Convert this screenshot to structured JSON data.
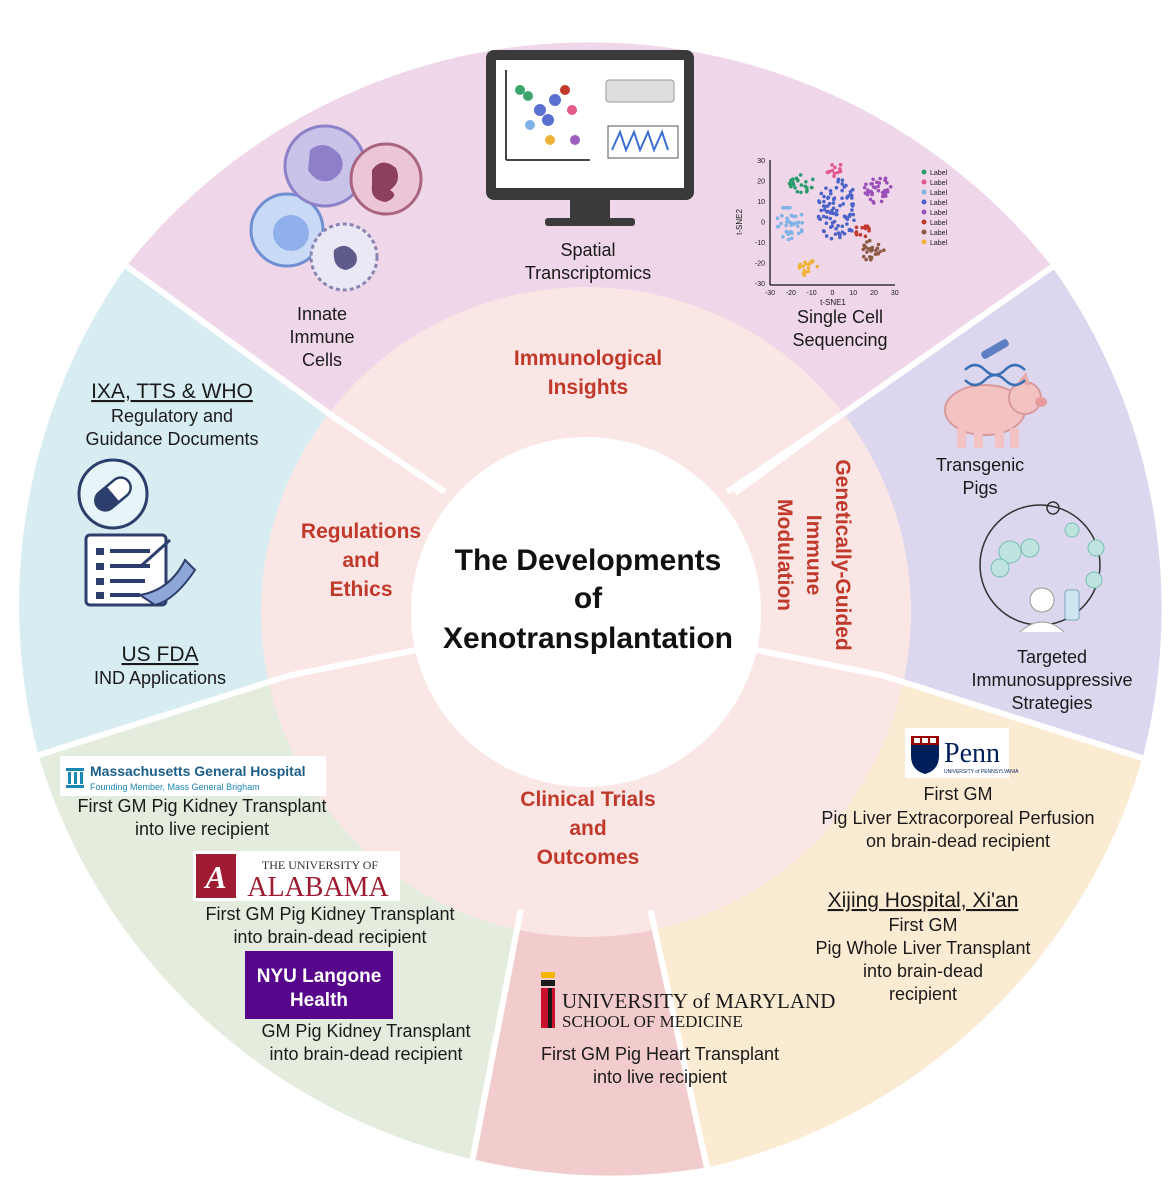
{
  "colors": {
    "immunological": "#efd6e8",
    "genetic": "#dcd7ee",
    "clinical_right": "#fcebd3",
    "clinical_center": "#f2cccc",
    "clinical_left": "#e4ecdd",
    "regulations": "#d8edf2",
    "inner_ring": "#fbe6e6",
    "category_text": "#c0392b",
    "divider": "#ffffff"
  },
  "center": {
    "line1": "The Developments",
    "line2": "of",
    "line3": "Xenotransplantation"
  },
  "categories": {
    "immunological": {
      "line1": "Immunological",
      "line2": "Insights"
    },
    "genetic": {
      "line1": "Genetically-Guided",
      "line2": "Immune",
      "line3": "Modulation"
    },
    "clinical": {
      "line1": "Clinical Trials",
      "line2": "and",
      "line3": "Outcomes"
    },
    "regulations": {
      "line1": "Regulations",
      "line2": "and",
      "line3": "Ethics"
    }
  },
  "immunological": {
    "innate": {
      "line1": "Innate",
      "line2": "Immune",
      "line3": "Cells"
    },
    "spatial": {
      "line1": "Spatial",
      "line2": "Transcriptomics"
    },
    "single_cell": {
      "line1": "Single Cell",
      "line2": "Sequencing",
      "axis_x": "t-SNE1",
      "axis_y": "t-SNE2",
      "legend_label": "Label",
      "x_ticks": [
        "-30",
        "-20",
        "-10",
        "0",
        "10",
        "20",
        "30"
      ],
      "y_ticks": [
        "30",
        "20",
        "10",
        "0",
        "-10",
        "-20",
        "-30"
      ]
    }
  },
  "genetic": {
    "transgenic": {
      "line1": "Transgenic",
      "line2": "Pigs"
    },
    "targeted": {
      "line1": "Targeted",
      "line2": "Immunosuppressive",
      "line3": "Strategies"
    }
  },
  "regulations": {
    "ixa": {
      "heading": "IXA, TTS & WHO",
      "line1": "Regulatory and",
      "line2": "Guidance Documents"
    },
    "fda": {
      "heading": "US FDA",
      "line1": "IND Applications"
    }
  },
  "clinical": {
    "mgh": {
      "logo_name": "Massachusetts General Hospital",
      "logo_sub": "Founding Member, Mass General Brigham",
      "line1": "First GM Pig Kidney Transplant",
      "line2": "into live recipient"
    },
    "alabama": {
      "logo_top": "THE UNIVERSITY OF",
      "logo_main": "ALABAMA",
      "logo_mark": "A",
      "line1": "First GM Pig Kidney Transplant",
      "line2": "into brain-dead recipient"
    },
    "nyu": {
      "logo_line1": "NYU Langone",
      "logo_line2": "Health",
      "line1": "GM Pig Kidney Transplant",
      "line2": "into brain-dead recipient"
    },
    "maryland": {
      "logo_line1": "UNIVERSITY of MARYLAND",
      "logo_line2": "SCHOOL OF MEDICINE",
      "line1": "First GM Pig Heart Transplant",
      "line2": "into live recipient"
    },
    "penn": {
      "logo_main": "Penn",
      "logo_sub": "UNIVERSITY of PENNSYLVANIA",
      "line1": "First GM",
      "line2": "Pig Liver Extracorporeal Perfusion",
      "line3": "on brain-dead recipient"
    },
    "xijing": {
      "heading": "Xijing Hospital, Xi'an",
      "line1": "First GM",
      "line2": "Pig Whole Liver Transplant",
      "line3": "into brain-dead",
      "line4": "recipient"
    }
  }
}
